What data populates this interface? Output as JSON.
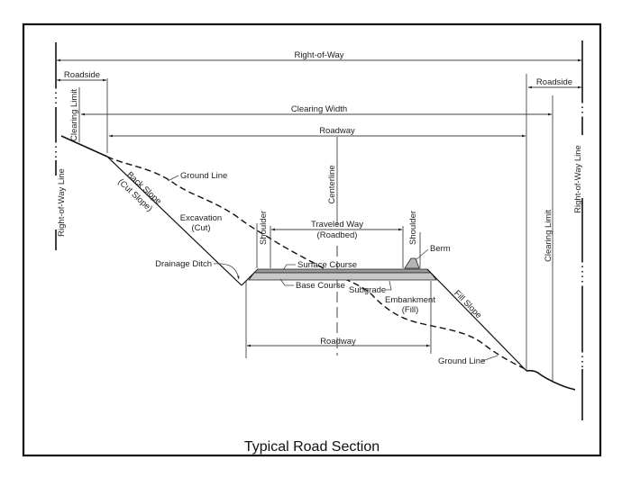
{
  "title": "Typical Road Section",
  "colors": {
    "line": "#111111",
    "thin": "#333333",
    "surface_course": "#9a9a9a",
    "base_course": "#c8c8c8",
    "border": "#111111"
  },
  "dimensions": {
    "right_of_way": "Right-of-Way",
    "roadside_left": "Roadside",
    "roadside_right": "Roadside",
    "clearing_width": "Clearing Width",
    "roadway_top": "Roadway",
    "roadway_bottom": "Roadway",
    "traveled_way": "Traveled Way",
    "traveled_way_sub": "(Roadbed)"
  },
  "vertical_labels": {
    "clearing_limit_left": "Clearing Limit",
    "clearing_limit_right": "Clearing Limit",
    "right_of_way_line_left": "Right-of-Way Line",
    "right_of_way_line_right": "Right-of-Way Line",
    "centerline": "Centerline",
    "shoulder_left": "Shoulder",
    "shoulder_right": "Shoulder"
  },
  "features": {
    "ground_line_top": "Ground Line",
    "ground_line_bottom": "Ground Line",
    "back_slope": "Back Slope",
    "back_slope_sub": "(Cut Slope)",
    "excavation": "Excavation",
    "excavation_sub": "(Cut)",
    "drainage_ditch": "Drainage Ditch",
    "surface_course": "Surface Course",
    "base_course": "Base Course",
    "subgrade": "Subgrade",
    "embankment": "Embankment",
    "embankment_sub": "(Fill)",
    "berm": "Berm",
    "fill_slope": "Fill Slope"
  }
}
